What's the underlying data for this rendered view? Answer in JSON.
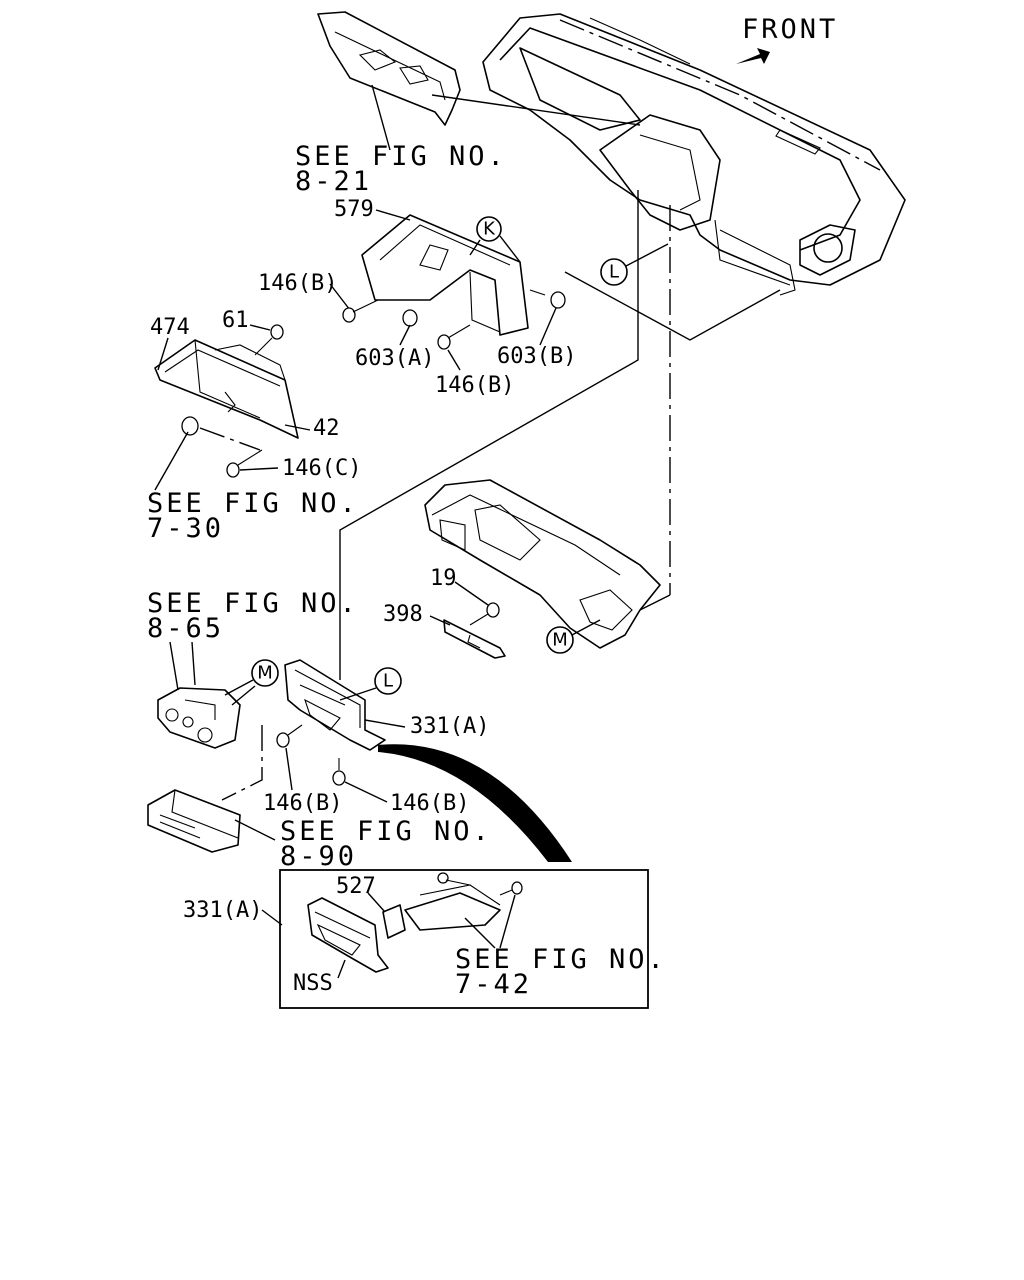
{
  "front": "FRONT",
  "refs": [
    {
      "key": "fig_8_21",
      "line1": "SEE FIG NO.",
      "line2": "8-21"
    },
    {
      "key": "fig_7_30",
      "line1": "SEE FIG NO.",
      "line2": "7-30"
    },
    {
      "key": "fig_8_65",
      "line1": "SEE FIG NO.",
      "line2": "8-65"
    },
    {
      "key": "fig_8_90",
      "line1": "SEE FIG NO.",
      "line2": "8-90"
    },
    {
      "key": "fig_7_42",
      "line1": "SEE FIG NO.",
      "line2": "7-42"
    }
  ],
  "parts": {
    "p579": "579",
    "p146b_1": "146(B)",
    "p603a": "603(A)",
    "p146b_2": "146(B)",
    "p603b": "603(B)",
    "p474": "474",
    "p61": "61",
    "p42": "42",
    "p146c": "146(C)",
    "p19": "19",
    "p398": "398",
    "p331a_1": "331(A)",
    "p146b_3": "146(B)",
    "p146b_4": "146(B)",
    "p331a_2": "331(A)",
    "p527": "527",
    "nss": "NSS"
  },
  "tags": {
    "k": "K",
    "l_1": "L",
    "l_2": "L",
    "m_1": "M",
    "m_2": "M"
  }
}
